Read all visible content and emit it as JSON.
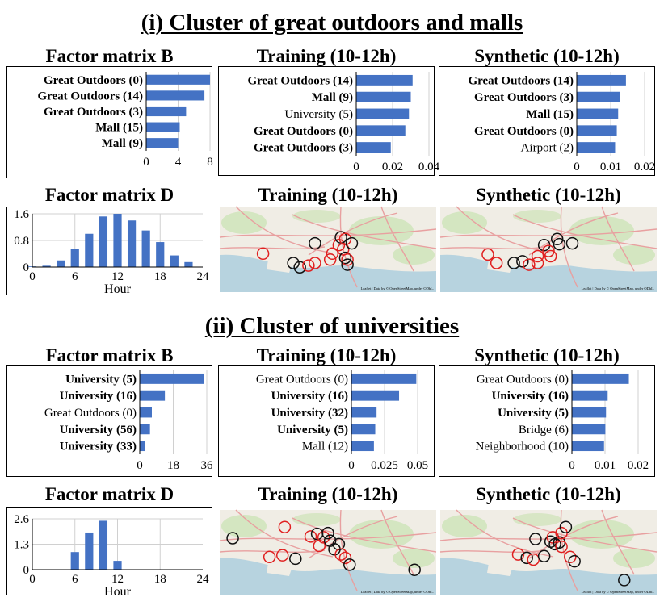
{
  "sections": [
    {
      "title": "(i) Cluster of great outdoors and malls"
    },
    {
      "title": "(ii) Cluster of universities"
    }
  ],
  "colors": {
    "bar": "#4472c4",
    "grid": "#d0d0d0",
    "circle_red": "#e02020",
    "circle_black": "#111111",
    "map_land": "#f0ede5",
    "map_water": "#b7d3df",
    "map_green": "#cde3b8",
    "map_road": "#e8a0a0"
  },
  "map_attribution": "Leaflet | Data by © OpenStreetMap, under ODbL.",
  "chart_data": [
    {
      "id": "s1-B",
      "type": "bar",
      "orientation": "horizontal",
      "title": "Factor matrix B",
      "categories": [
        "Great Outdoors (0)",
        "Great Outdoors (14)",
        "Great Outdoors (3)",
        "Mall (15)",
        "Mall (9)"
      ],
      "bold": [
        true,
        true,
        true,
        true,
        true
      ],
      "values": [
        8.0,
        7.3,
        5.0,
        4.2,
        4.0
      ],
      "xlim": [
        0,
        8
      ],
      "xticks": [
        "0",
        "4",
        "8"
      ],
      "xtick_values": [
        0,
        4,
        8
      ]
    },
    {
      "id": "s1-TR",
      "type": "bar",
      "orientation": "horizontal",
      "title": "Training (10-12h)",
      "categories": [
        "Great Outdoors (14)",
        "Mall (9)",
        "University (5)",
        "Great Outdoors (0)",
        "Great Outdoors (3)"
      ],
      "bold": [
        true,
        true,
        false,
        true,
        true
      ],
      "values": [
        0.031,
        0.03,
        0.029,
        0.027,
        0.019
      ],
      "xlim": [
        0,
        0.04
      ],
      "xticks": [
        "0",
        "0.02",
        "0.04"
      ],
      "xtick_values": [
        0,
        0.02,
        0.04
      ]
    },
    {
      "id": "s1-SY",
      "type": "bar",
      "orientation": "horizontal",
      "title": "Synthetic (10-12h)",
      "categories": [
        "Great Outdoors (14)",
        "Great Outdoors (3)",
        "Mall (15)",
        "Great Outdoors (0)",
        "Airport (2)"
      ],
      "bold": [
        true,
        true,
        true,
        true,
        false
      ],
      "values": [
        0.0145,
        0.0128,
        0.0122,
        0.0118,
        0.0113
      ],
      "xlim": [
        0,
        0.02
      ],
      "xticks": [
        "0",
        "0.01",
        "0.02"
      ],
      "xtick_values": [
        0,
        0.01,
        0.02
      ]
    },
    {
      "id": "s1-D",
      "type": "bar",
      "orientation": "vertical",
      "title": "Factor matrix D",
      "xlabel": "Hour",
      "x": [
        0,
        2,
        4,
        6,
        8,
        10,
        12,
        14,
        16,
        18,
        20,
        22
      ],
      "values": [
        0.02,
        0.04,
        0.2,
        0.55,
        1.0,
        1.52,
        1.6,
        1.4,
        1.1,
        0.75,
        0.35,
        0.15
      ],
      "ylim": [
        0,
        1.6
      ],
      "yticks": [
        "0",
        "0.8",
        "1.6"
      ],
      "ytick_values": [
        0,
        0.8,
        1.6
      ],
      "xlim": [
        0,
        24
      ],
      "xticks": [
        "0",
        "6",
        "12",
        "18",
        "24"
      ],
      "xtick_values": [
        0,
        6,
        12,
        18,
        24
      ]
    },
    {
      "id": "s2-B",
      "type": "bar",
      "orientation": "horizontal",
      "title": "Factor matrix B",
      "categories": [
        "University (5)",
        "University (16)",
        "Great Outdoors (0)",
        "University (56)",
        "University (33)"
      ],
      "bold": [
        true,
        true,
        false,
        true,
        true
      ],
      "values": [
        34.5,
        13.5,
        6.5,
        5.5,
        3.0
      ],
      "xlim": [
        0,
        36
      ],
      "xticks": [
        "0",
        "18",
        "36"
      ],
      "xtick_values": [
        0,
        18,
        36
      ]
    },
    {
      "id": "s2-TR",
      "type": "bar",
      "orientation": "horizontal",
      "title": "Training (10-12h)",
      "categories": [
        "Great Outdoors (0)",
        "University (16)",
        "University (32)",
        "University (5)",
        "Mall (12)"
      ],
      "bold": [
        false,
        true,
        true,
        true,
        false
      ],
      "values": [
        0.049,
        0.036,
        0.019,
        0.018,
        0.017
      ],
      "xlim": [
        0,
        0.05
      ],
      "xticks": [
        "0",
        "0.025",
        "0.05"
      ],
      "xtick_values": [
        0,
        0.025,
        0.05
      ]
    },
    {
      "id": "s2-SY",
      "type": "bar",
      "orientation": "horizontal",
      "title": "Synthetic (10-12h)",
      "categories": [
        "Great Outdoors (0)",
        "University (16)",
        "University (5)",
        "Bridge (6)",
        "Neighborhood (10)"
      ],
      "bold": [
        false,
        true,
        true,
        false,
        false
      ],
      "values": [
        0.0172,
        0.0108,
        0.0103,
        0.0101,
        0.0097
      ],
      "xlim": [
        0,
        0.02
      ],
      "xticks": [
        "0",
        "0.01",
        "0.02"
      ],
      "xtick_values": [
        0,
        0.01,
        0.02
      ]
    },
    {
      "id": "s2-D",
      "type": "bar",
      "orientation": "vertical",
      "title": "Factor matrix D",
      "xlabel": "Hour",
      "x": [
        6,
        8,
        10,
        12
      ],
      "values": [
        0.9,
        1.9,
        2.5,
        0.45
      ],
      "ylim": [
        0,
        2.6
      ],
      "yticks": [
        "0",
        "1.3",
        "2.6"
      ],
      "ytick_values": [
        0,
        1.3,
        2.6
      ],
      "xlim": [
        0,
        24
      ],
      "xticks": [
        "0",
        "6",
        "12",
        "18",
        "24"
      ],
      "xtick_values": [
        0,
        6,
        12,
        18,
        24
      ]
    }
  ],
  "maps": [
    {
      "id": "s1-map-tr",
      "title": "Training (10-12h)",
      "circles": [
        {
          "lon": 0.2,
          "lat": 0.55,
          "color": "red"
        },
        {
          "lon": 0.34,
          "lat": 0.66,
          "color": "black"
        },
        {
          "lon": 0.37,
          "lat": 0.71,
          "color": "black"
        },
        {
          "lon": 0.41,
          "lat": 0.69,
          "color": "red"
        },
        {
          "lon": 0.44,
          "lat": 0.66,
          "color": "red"
        },
        {
          "lon": 0.44,
          "lat": 0.43,
          "color": "black"
        },
        {
          "lon": 0.51,
          "lat": 0.62,
          "color": "red"
        },
        {
          "lon": 0.52,
          "lat": 0.55,
          "color": "red"
        },
        {
          "lon": 0.55,
          "lat": 0.45,
          "color": "red"
        },
        {
          "lon": 0.56,
          "lat": 0.36,
          "color": "black"
        },
        {
          "lon": 0.57,
          "lat": 0.5,
          "color": "red"
        },
        {
          "lon": 0.58,
          "lat": 0.38,
          "color": "red"
        },
        {
          "lon": 0.61,
          "lat": 0.43,
          "color": "black"
        },
        {
          "lon": 0.58,
          "lat": 0.6,
          "color": "black"
        },
        {
          "lon": 0.59,
          "lat": 0.62,
          "color": "red"
        },
        {
          "lon": 0.59,
          "lat": 0.68,
          "color": "black"
        }
      ]
    },
    {
      "id": "s1-map-sy",
      "title": "Synthetic (10-12h)",
      "circles": [
        {
          "lon": 0.22,
          "lat": 0.56,
          "color": "red"
        },
        {
          "lon": 0.26,
          "lat": 0.66,
          "color": "red"
        },
        {
          "lon": 0.34,
          "lat": 0.66,
          "color": "black"
        },
        {
          "lon": 0.38,
          "lat": 0.64,
          "color": "black"
        },
        {
          "lon": 0.41,
          "lat": 0.68,
          "color": "red"
        },
        {
          "lon": 0.45,
          "lat": 0.58,
          "color": "red"
        },
        {
          "lon": 0.45,
          "lat": 0.66,
          "color": "red"
        },
        {
          "lon": 0.48,
          "lat": 0.45,
          "color": "black"
        },
        {
          "lon": 0.5,
          "lat": 0.52,
          "color": "red"
        },
        {
          "lon": 0.51,
          "lat": 0.58,
          "color": "red"
        },
        {
          "lon": 0.54,
          "lat": 0.38,
          "color": "black"
        },
        {
          "lon": 0.55,
          "lat": 0.44,
          "color": "black"
        },
        {
          "lon": 0.61,
          "lat": 0.43,
          "color": "black"
        }
      ]
    },
    {
      "id": "s2-map-tr",
      "title": "Training (10-12h)",
      "circles": [
        {
          "lon": 0.06,
          "lat": 0.33,
          "color": "black"
        },
        {
          "lon": 0.23,
          "lat": 0.55,
          "color": "red"
        },
        {
          "lon": 0.29,
          "lat": 0.53,
          "color": "red"
        },
        {
          "lon": 0.3,
          "lat": 0.2,
          "color": "red"
        },
        {
          "lon": 0.35,
          "lat": 0.57,
          "color": "black"
        },
        {
          "lon": 0.42,
          "lat": 0.31,
          "color": "red"
        },
        {
          "lon": 0.45,
          "lat": 0.28,
          "color": "black"
        },
        {
          "lon": 0.46,
          "lat": 0.42,
          "color": "red"
        },
        {
          "lon": 0.48,
          "lat": 0.32,
          "color": "red"
        },
        {
          "lon": 0.5,
          "lat": 0.27,
          "color": "black"
        },
        {
          "lon": 0.51,
          "lat": 0.36,
          "color": "black"
        },
        {
          "lon": 0.53,
          "lat": 0.46,
          "color": "black"
        },
        {
          "lon": 0.55,
          "lat": 0.4,
          "color": "black"
        },
        {
          "lon": 0.56,
          "lat": 0.52,
          "color": "red"
        },
        {
          "lon": 0.58,
          "lat": 0.56,
          "color": "red"
        },
        {
          "lon": 0.6,
          "lat": 0.64,
          "color": "black"
        },
        {
          "lon": 0.9,
          "lat": 0.7,
          "color": "black"
        }
      ]
    },
    {
      "id": "s2-map-sy",
      "title": "Synthetic (10-12h)",
      "circles": [
        {
          "lon": 0.36,
          "lat": 0.52,
          "color": "red"
        },
        {
          "lon": 0.4,
          "lat": 0.56,
          "color": "black"
        },
        {
          "lon": 0.43,
          "lat": 0.58,
          "color": "red"
        },
        {
          "lon": 0.44,
          "lat": 0.34,
          "color": "black"
        },
        {
          "lon": 0.48,
          "lat": 0.54,
          "color": "black"
        },
        {
          "lon": 0.51,
          "lat": 0.37,
          "color": "black"
        },
        {
          "lon": 0.52,
          "lat": 0.32,
          "color": "red"
        },
        {
          "lon": 0.53,
          "lat": 0.4,
          "color": "black"
        },
        {
          "lon": 0.55,
          "lat": 0.38,
          "color": "black"
        },
        {
          "lon": 0.56,
          "lat": 0.27,
          "color": "red"
        },
        {
          "lon": 0.56,
          "lat": 0.43,
          "color": "red"
        },
        {
          "lon": 0.58,
          "lat": 0.2,
          "color": "black"
        },
        {
          "lon": 0.6,
          "lat": 0.55,
          "color": "red"
        },
        {
          "lon": 0.62,
          "lat": 0.6,
          "color": "black"
        },
        {
          "lon": 0.85,
          "lat": 0.82,
          "color": "black"
        }
      ]
    }
  ]
}
